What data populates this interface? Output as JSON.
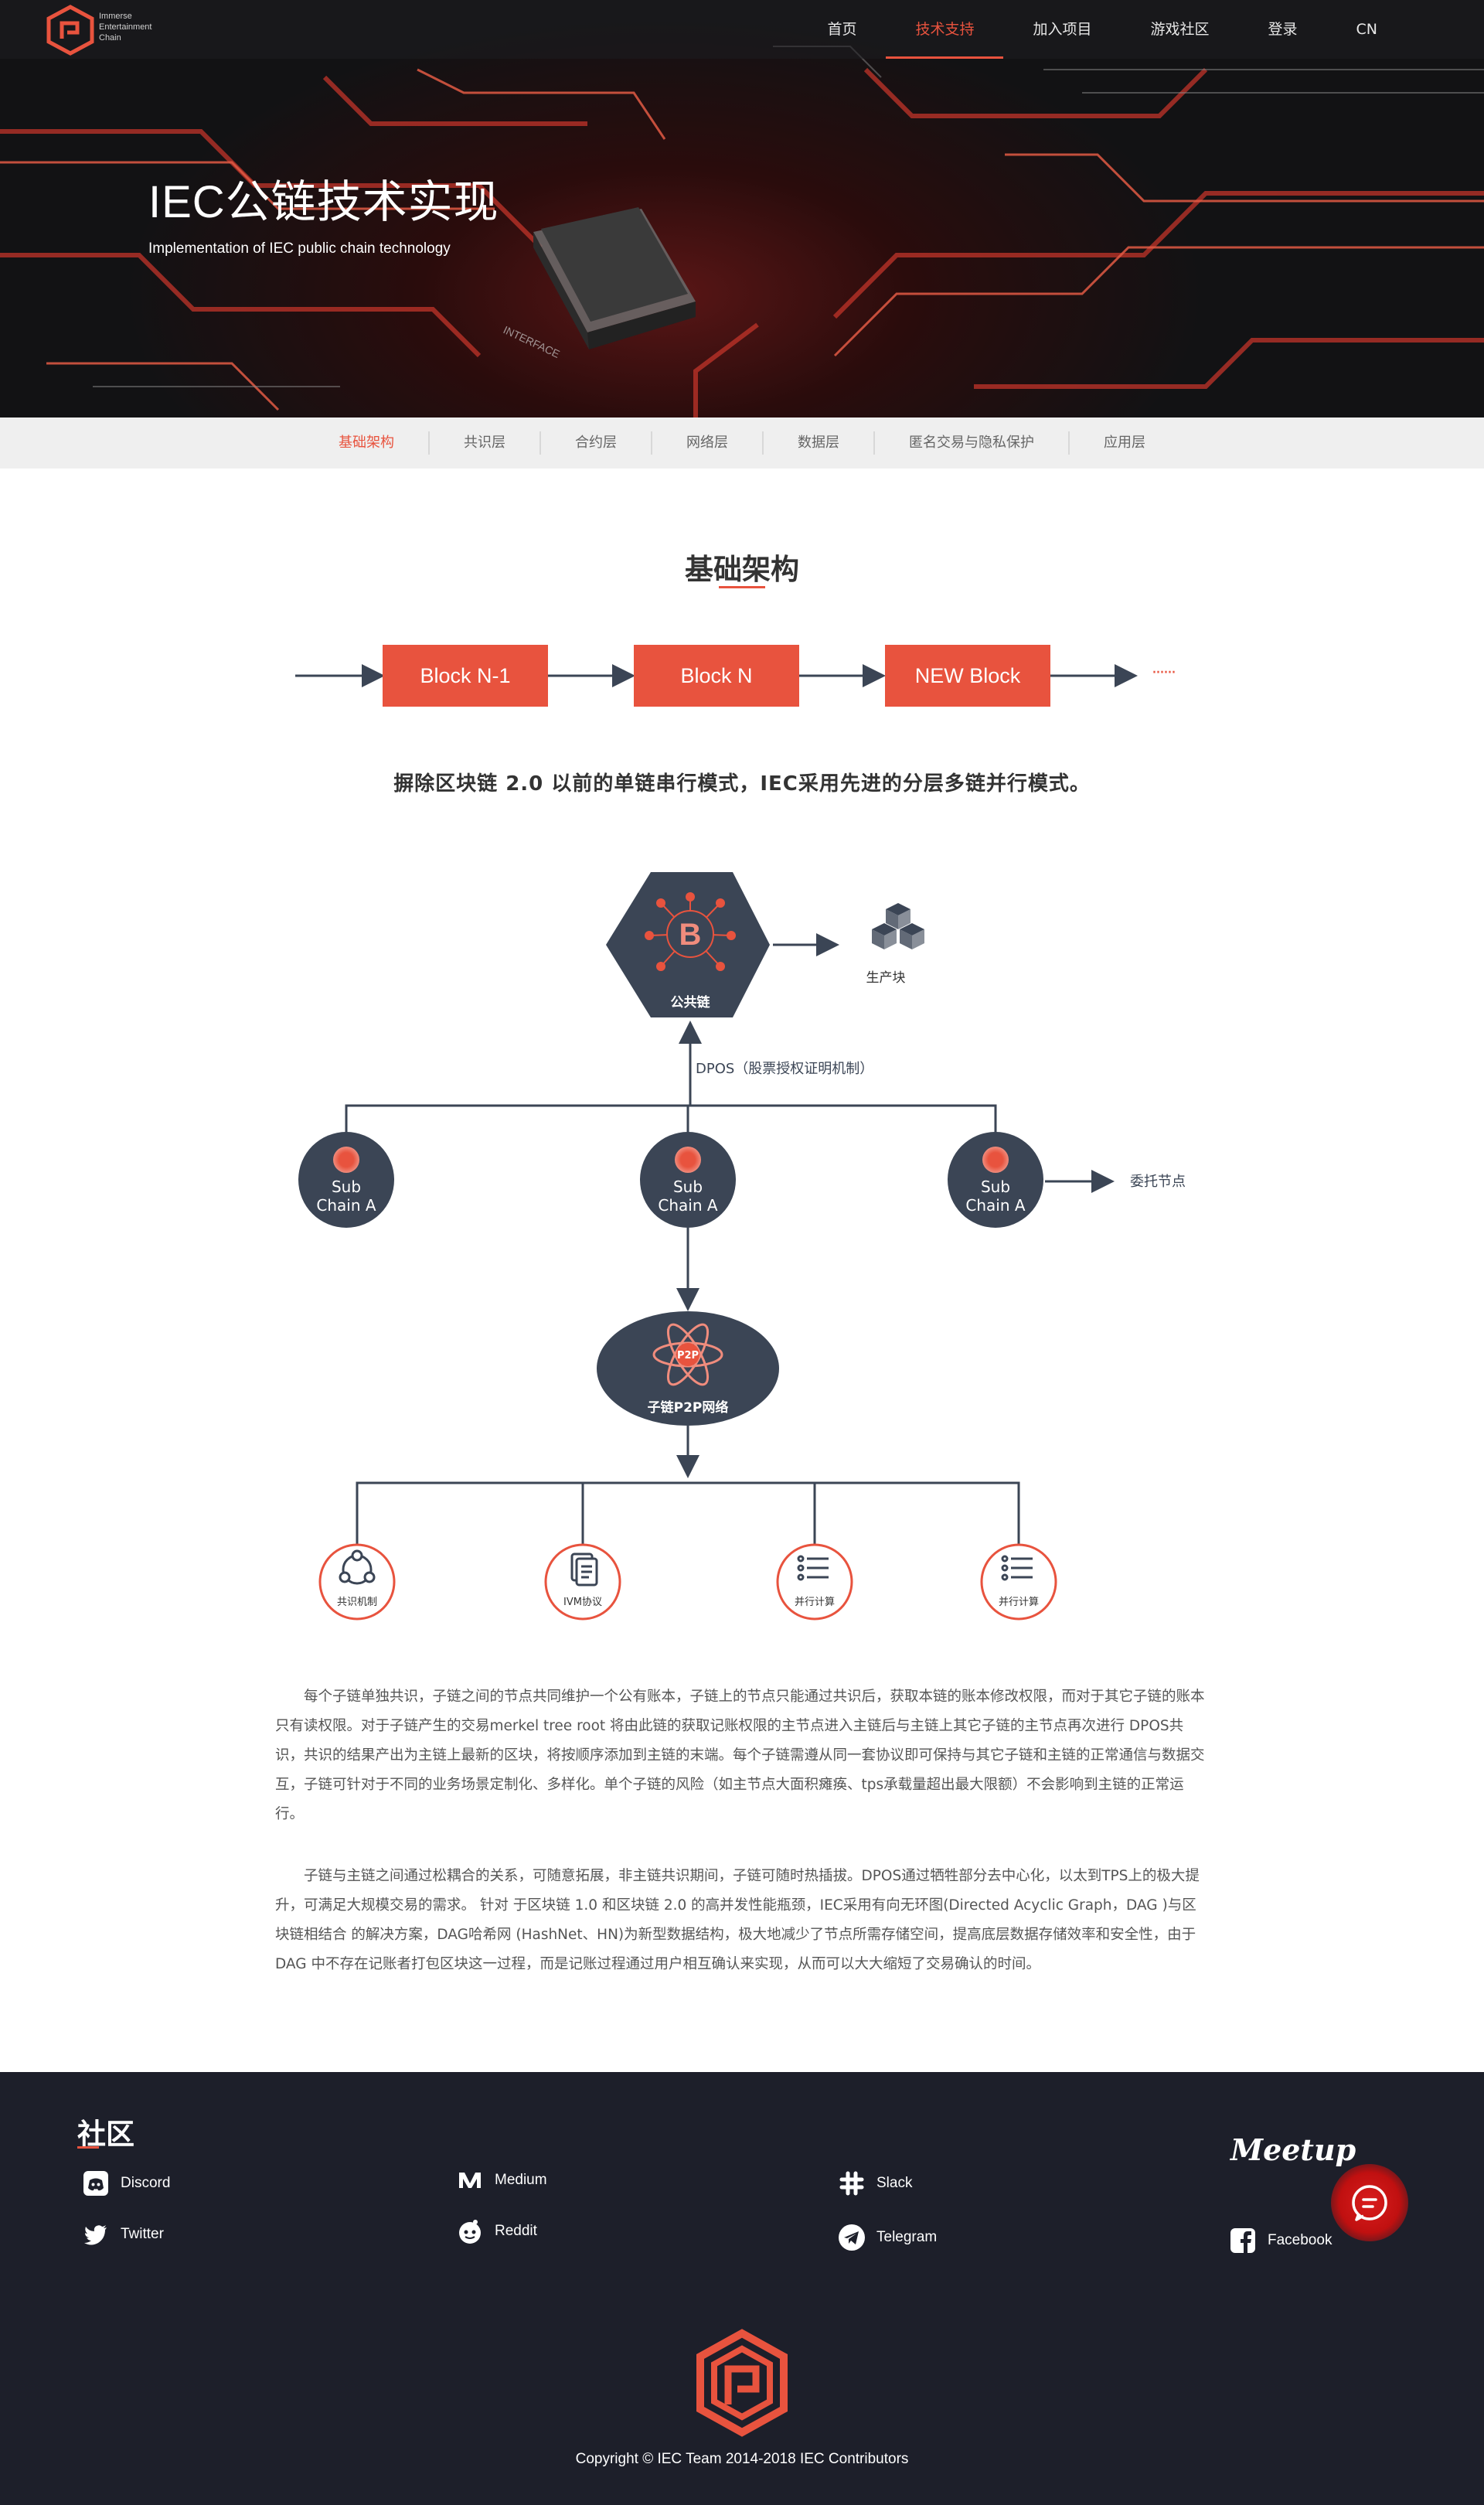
{
  "brand": {
    "logo_lines": [
      "Immerse",
      "Entertainment",
      "Chain"
    ],
    "accent": "#e8533e",
    "dark": "#1d1f2a",
    "node_color": "#3b4555"
  },
  "nav": {
    "items": [
      "首页",
      "技术支持",
      "加入项目",
      "游戏社区",
      "登录",
      "CN"
    ],
    "active": "技术支持"
  },
  "hero": {
    "title": "IEC公链技术实现",
    "subtitle": "Implementation of IEC public chain technology",
    "chip_text": "INTERFACE"
  },
  "subnav": {
    "items": [
      "基础架构",
      "共识层",
      "合约层",
      "网络层",
      "数据层",
      "匿名交易与隐私保护",
      "应用层"
    ],
    "active": "基础架构"
  },
  "section": {
    "title": "基础架构"
  },
  "blocks": {
    "items": [
      "Block N-1",
      "Block N",
      "NEW Block"
    ],
    "ellipsis": "······"
  },
  "lead": "摒除区块链 2.0 以前的单链串行模式，IEC采用先进的分层多链并行模式。",
  "diagram": {
    "public_chain": "公共链",
    "public_chain_icon": "bitcoin-icon",
    "produce_block": "生产块",
    "produce_block_icon": "cubes-icon",
    "dpos_label": "DPOS（股票授权证明机制）",
    "subchains": [
      {
        "line1": "Sub",
        "line2": "Chain A"
      },
      {
        "line1": "Sub",
        "line2": "Chain A"
      },
      {
        "line1": "Sub",
        "line2": "Chain A"
      }
    ],
    "delegate_node": "委托节点",
    "p2p_badge": "P2P",
    "p2p_label": "子链P2P网络",
    "leaves": [
      "共识机制",
      "IVM协议",
      "并行计算",
      "并行计算"
    ],
    "leaf_icons": [
      "share-icon",
      "document-icon",
      "list-icon",
      "list-icon"
    ]
  },
  "paragraphs": [
    "每个子链单独共识，子链之间的节点共同维护一个公有账本，子链上的节点只能通过共识后，获取本链的账本修改权限，而对于其它子链的账本只有读权限。对于子链产生的交易merkel tree root 将由此链的获取记账权限的主节点进入主链后与主链上其它子链的主节点再次进行 DPOS共识，共识的结果产出为主链上最新的区块，将按顺序添加到主链的末端。每个子链需遵从同一套协议即可保持与其它子链和主链的正常通信与数据交互，子链可针对于不同的业务场景定制化、多样化。单个子链的风险（如主节点大面积瘫痪、tps承载量超出最大限额）不会影响到主链的正常运行。",
    "子链与主链之间通过松耦合的关系，可随意拓展，非主链共识期间，子链可随时热插拔。DPOS通过牺牲部分去中心化，以太到TPS上的极大提升，可满足大规模交易的需求。 针对 于区块链 1.0 和区块链 2.0 的高并发性能瓶颈，IEC采用有向无环图(Directed Acyclic Graph，DAG )与区块链相结合 的解决方案，DAG哈希网 (HashNet、HN)为新型数据结构，极大地减少了节点所需存储空间，提高底层数据存储效率和安全性，由于DAG 中不存在记账者打包区块这一过程，而是记账过程通过用户相互确认来实现，从而可以大大缩短了交易确认的时间。"
  ],
  "footer": {
    "community_title": "社区",
    "links": [
      {
        "label": "Discord",
        "icon": "discord-icon"
      },
      {
        "label": "Twitter",
        "icon": "twitter-icon"
      },
      {
        "label": "Medium",
        "icon": "medium-icon"
      },
      {
        "label": "Reddit",
        "icon": "reddit-icon"
      },
      {
        "label": "Slack",
        "icon": "slack-icon"
      },
      {
        "label": "Telegram",
        "icon": "telegram-icon"
      },
      {
        "label": "Facebook",
        "icon": "facebook-icon"
      }
    ],
    "meetup": "Meetup",
    "copyright": "Copyright © IEC Team 2014-2018   IEC Contributors"
  }
}
